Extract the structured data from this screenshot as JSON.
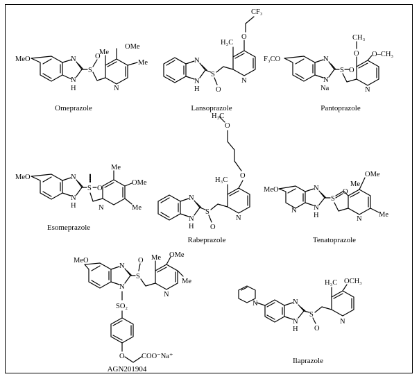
{
  "title": "",
  "compounds": [
    {
      "key": "omeprazole",
      "name": "Omeprazole"
    },
    {
      "key": "lansoprazole",
      "name": "Lansoprazole"
    },
    {
      "key": "pantoprazole",
      "name": "Pantoprazole"
    },
    {
      "key": "esomeprazole",
      "name": "Esomeprazole"
    },
    {
      "key": "rabeprazole",
      "name": "Rabeprazole"
    },
    {
      "key": "tenatoprazole",
      "name": "Tenatoprazole"
    },
    {
      "key": "agn201904",
      "name": "AGN201904"
    },
    {
      "key": "ilaprazole",
      "name": "Ilaprazole"
    }
  ],
  "atom_labels": {
    "MeO": "MeO",
    "OMe": "OMe",
    "Me": "Me",
    "N": "N",
    "NH_H": "H",
    "S": "S",
    "O": "O",
    "Na": "Na",
    "F3CO": "F₃CO",
    "CH3": "CH₃",
    "H3C": "H₃C",
    "OCH3": "OCH₃",
    "O_CH3": "O–CH₃",
    "CF3": "CF₃",
    "SO2": "SO₂",
    "COONa": "COO⁻Na⁺",
    "H": "H"
  }
}
